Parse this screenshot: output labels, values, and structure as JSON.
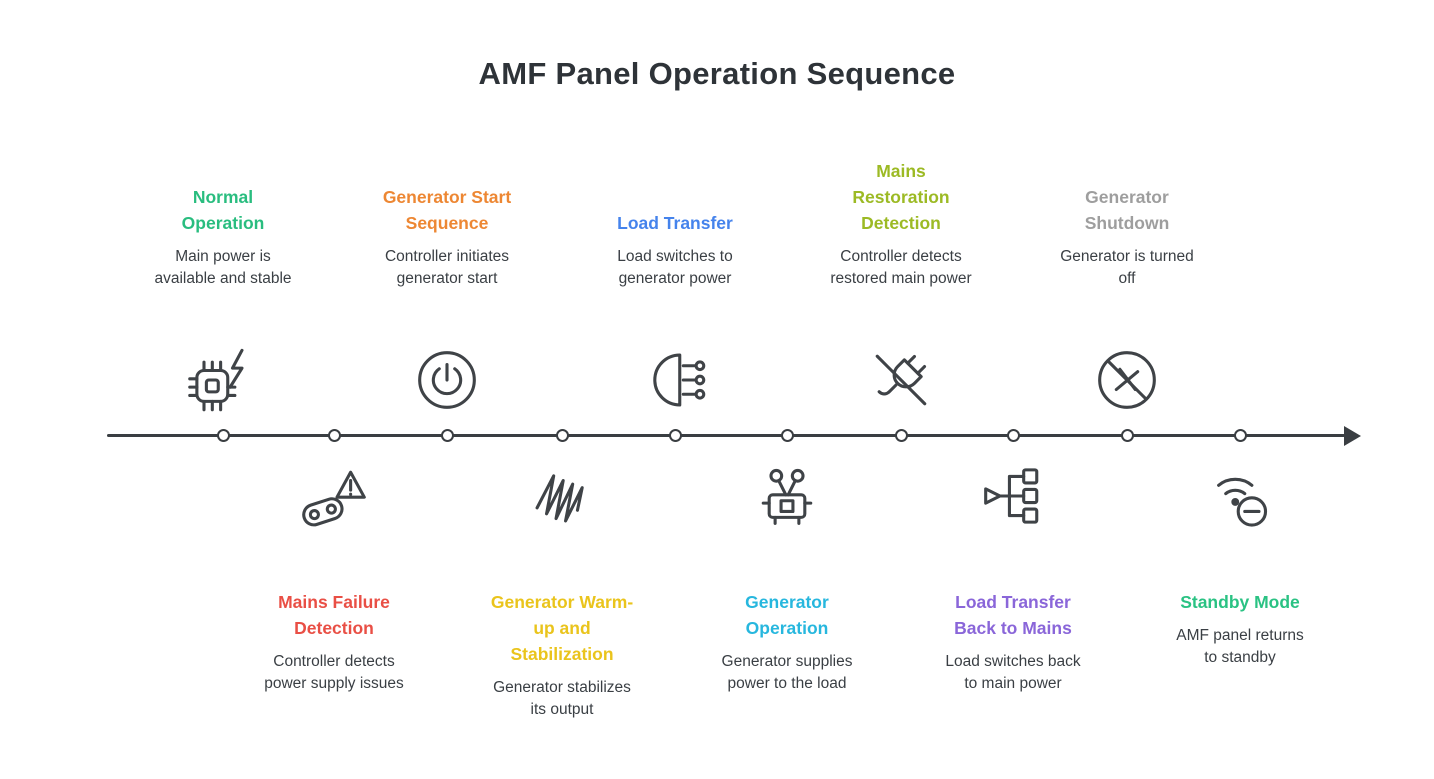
{
  "title": "AMF Panel Operation Sequence",
  "colors": {
    "title_text": "#2e3338",
    "timeline": "#3a3e42",
    "icon_stroke": "#3f4347",
    "description_text": "#3a3f44"
  },
  "steps": [
    {
      "id": "normal-operation",
      "row": "top",
      "heading": "Normal\nOperation",
      "color": "#29bd7f",
      "description": "Main power is\navailable and stable",
      "icon": "chip-lightning-icon"
    },
    {
      "id": "mains-failure-detection",
      "row": "bottom",
      "heading": "Mains Failure\nDetection",
      "color": "#e94f45",
      "description": "Controller detects\npower supply issues",
      "icon": "warning-link-icon"
    },
    {
      "id": "generator-start-sequence",
      "row": "top",
      "heading": "Generator Start\nSequence",
      "color": "#ed8733",
      "description": "Controller initiates\ngenerator start",
      "icon": "power-button-icon"
    },
    {
      "id": "generator-warmup-stabilization",
      "row": "bottom",
      "heading": "Generator Warm-\nup and\nStabilization",
      "color": "#eac41c",
      "description": "Generator stabilizes\nits output",
      "icon": "coil-spring-icon"
    },
    {
      "id": "load-transfer",
      "row": "top",
      "heading": "Load Transfer",
      "color": "#4583ec",
      "description": "Load switches to\ngenerator power",
      "icon": "load-transfer-icon"
    },
    {
      "id": "generator-operation",
      "row": "bottom",
      "heading": "Generator\nOperation",
      "color": "#27b7de",
      "description": "Generator supplies\npower to the load",
      "icon": "engine-icon"
    },
    {
      "id": "mains-restoration-detection",
      "row": "top",
      "heading": "Mains\nRestoration\nDetection",
      "color": "#9cba24",
      "description": "Controller detects\nrestored main power",
      "icon": "plug-off-icon"
    },
    {
      "id": "load-transfer-back-to-mains",
      "row": "bottom",
      "heading": "Load Transfer\nBack to Mains",
      "color": "#8a66d9",
      "description": "Load switches back\nto main power",
      "icon": "distribution-icon"
    },
    {
      "id": "generator-shutdown",
      "row": "top",
      "heading": "Generator\nShutdown",
      "color": "#9e9e9e",
      "description": "Generator is turned\noff",
      "icon": "shutdown-crossed-icon"
    },
    {
      "id": "standby-mode",
      "row": "bottom",
      "heading": "Standby Mode",
      "color": "#2ac283",
      "description": "AMF panel returns\nto standby",
      "icon": "standby-signal-icon"
    }
  ]
}
